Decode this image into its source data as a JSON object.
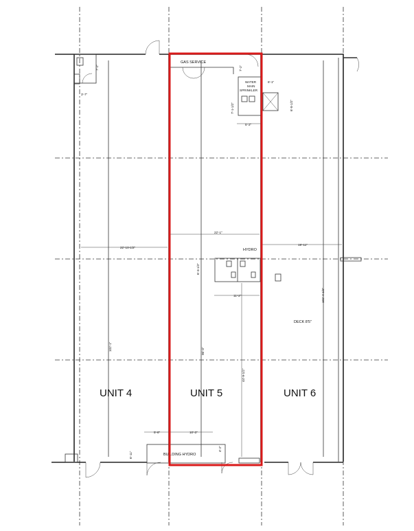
{
  "units": [
    {
      "id": "unit4",
      "label": "UNIT 4"
    },
    {
      "id": "unit5",
      "label": "UNIT 5"
    },
    {
      "id": "unit6",
      "label": "UNIT 6"
    }
  ],
  "rooms": {
    "gas_service": "GAS SERVICE",
    "water_main_line1": "WATER",
    "water_main_line2": "MAIN",
    "water_main_line3": "SPRINKLER",
    "hydro": "HYDRO",
    "building_hydro": "BUILDING HYDRO",
    "deck": "DECK 8'5\""
  },
  "dimensions": {
    "d_7_2_top": "7'-2\"",
    "d_7_2_right": "7'-2\"",
    "d_3_7": "3'-7\"",
    "d_6_1": "6'-1\"",
    "d_7_1": "7'-1-1/2\"",
    "d_6_8_half": "6'-8-1/2\"",
    "d_5_2": "5'-2\"",
    "d_22_1": "22'-1\"",
    "d_22_10": "22'-10-1/2\"",
    "d_19_11": "19'-11\"",
    "d_6_3": "6'-3-1/2\"",
    "d_11_2": "11'-2\"",
    "d_102_4": "102'-4-1/2\"",
    "d_102_1": "102'-1\"",
    "d_96_0": "96'-0\"",
    "d_44_9": "44'-9-1/2\"",
    "d_5_8": "5'-8\"",
    "d_10_3": "10'-3\"",
    "d_6_11": "6'-11\"",
    "d_4_2": "4'-2\""
  },
  "colors": {
    "highlight": "#d91a1a",
    "linework": "#222222"
  }
}
